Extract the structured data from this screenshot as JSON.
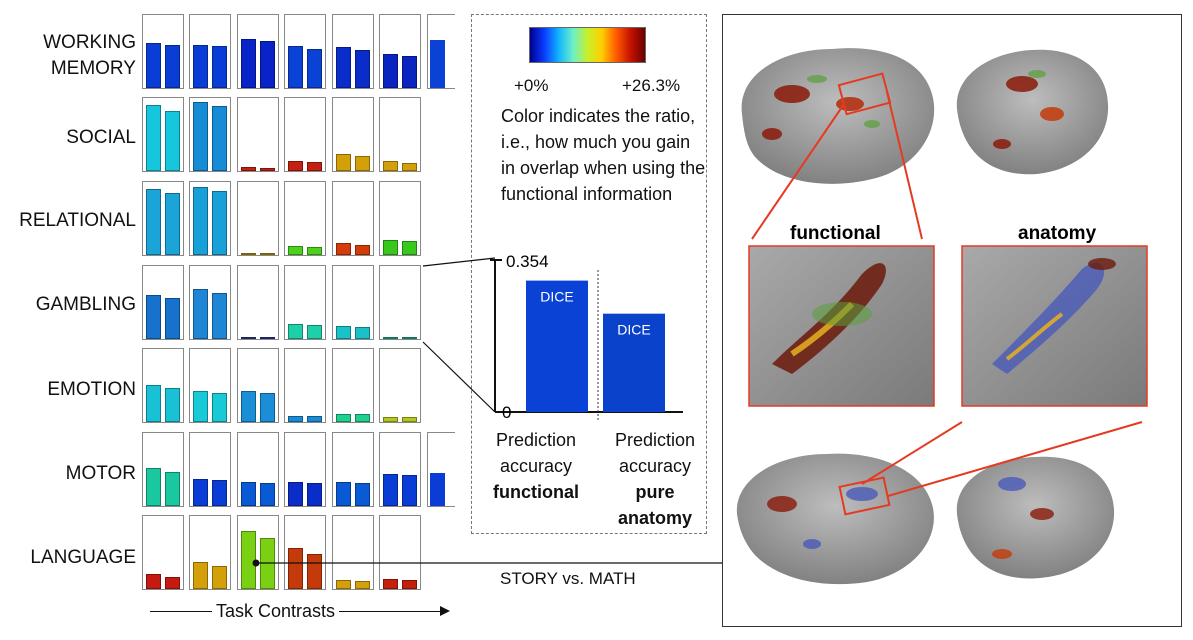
{
  "task_rows": [
    "WORKING\nMEMORY",
    "SOCIAL",
    "RELATIONAL",
    "GAMBLING",
    "EMOTION",
    "MOTOR",
    "LANGUAGE"
  ],
  "task_axis_label": "Task Contrasts",
  "chart_data": {
    "type": "bar",
    "rows": [
      {
        "name": "WORKING MEMORY",
        "pairs": [
          [
            0.64,
            0.61
          ],
          [
            0.62,
            0.6
          ],
          [
            0.7,
            0.67
          ],
          [
            0.6,
            0.56
          ],
          [
            0.59,
            0.54
          ],
          [
            0.48,
            0.46
          ]
        ],
        "colors": [
          "#0a3cd6",
          "#0a3cd6",
          "#0823c8",
          "#0a42d6",
          "#0a2cc8",
          "#0a24c0"
        ]
      },
      {
        "name": "SOCIAL",
        "pairs": [
          [
            0.94,
            0.86
          ],
          [
            0.99,
            0.93
          ],
          [
            0.06,
            0.05
          ],
          [
            0.15,
            0.13
          ],
          [
            0.24,
            0.21
          ],
          [
            0.14,
            0.12
          ]
        ],
        "colors": [
          "#16c6dc",
          "#168bd6",
          "#c41f10",
          "#c41f10",
          "#d4a00a",
          "#d4a00a"
        ]
      },
      {
        "name": "RELATIONAL",
        "pairs": [
          [
            0.95,
            0.89
          ],
          [
            0.97,
            0.92
          ],
          [
            0.02,
            0.02
          ],
          [
            0.13,
            0.12
          ],
          [
            0.17,
            0.15
          ],
          [
            0.22,
            0.2
          ]
        ],
        "colors": [
          "#1aa4d8",
          "#1aa0d8",
          "#c49a0a",
          "#4cd11c",
          "#d43a0a",
          "#38c81c"
        ]
      },
      {
        "name": "GAMBLING",
        "pairs": [
          [
            0.63,
            0.59
          ],
          [
            0.71,
            0.66
          ],
          [
            0.02,
            0.02
          ],
          [
            0.22,
            0.2
          ],
          [
            0.19,
            0.17
          ],
          [
            0.03,
            0.03
          ]
        ],
        "colors": [
          "#1672cc",
          "#1e86d4",
          "#2a3a9a",
          "#1ed0a8",
          "#18c2c8",
          "#1ab890"
        ]
      },
      {
        "name": "EMOTION",
        "pairs": [
          [
            0.53,
            0.49
          ],
          [
            0.45,
            0.42
          ],
          [
            0.45,
            0.42
          ],
          [
            0.08,
            0.08
          ],
          [
            0.12,
            0.11
          ],
          [
            0.07,
            0.07
          ]
        ],
        "colors": [
          "#18c2d4",
          "#18cad6",
          "#1a8ed6",
          "#1a8ad6",
          "#1ed08c",
          "#b4c81c"
        ]
      },
      {
        "name": "MOTOR",
        "pairs": [
          [
            0.55,
            0.49
          ],
          [
            0.38,
            0.37
          ],
          [
            0.34,
            0.33
          ],
          [
            0.34,
            0.33
          ],
          [
            0.35,
            0.33
          ],
          [
            0.46,
            0.45
          ]
        ],
        "colors": [
          "#1ac8a0",
          "#0a3cd6",
          "#0a5ad6",
          "#0a2cc8",
          "#0a5ad6",
          "#0a3cd6"
        ]
      },
      {
        "name": "LANGUAGE",
        "pairs": [
          [
            0.22,
            0.17
          ],
          [
            0.38,
            0.33
          ],
          [
            0.83,
            0.73
          ],
          [
            0.58,
            0.5
          ],
          [
            0.13,
            0.11
          ],
          [
            0.15,
            0.13
          ]
        ],
        "colors": [
          "#c41a10",
          "#d4a00a",
          "#7ad114",
          "#c43a0a",
          "#d4a00a",
          "#c4200a"
        ]
      }
    ],
    "colorbar": {
      "min": "+0%",
      "max": "+26.3%"
    },
    "dice_chart": {
      "type": "bar",
      "ylim": [
        0,
        0.354
      ],
      "ytick_labels": [
        "0",
        "0.354"
      ],
      "bar_label": "DICE",
      "values": [
        0.306,
        0.229
      ],
      "colors": [
        "#0a42d6",
        "#0a42cc"
      ]
    }
  },
  "colorbar_text": "Color indicates the ratio, i.e., how much you gain in overlap when using the functional information",
  "pred_functional": {
    "l1": "Prediction",
    "l2": "accuracy",
    "l3": "functional"
  },
  "pred_anatomy": {
    "l1": "Prediction",
    "l2": "accuracy",
    "l3": "pure",
    "l4": "anatomy"
  },
  "panel_titles": {
    "functional": "functional",
    "anatomy": "anatomy"
  },
  "story_label": "STORY vs. MATH"
}
